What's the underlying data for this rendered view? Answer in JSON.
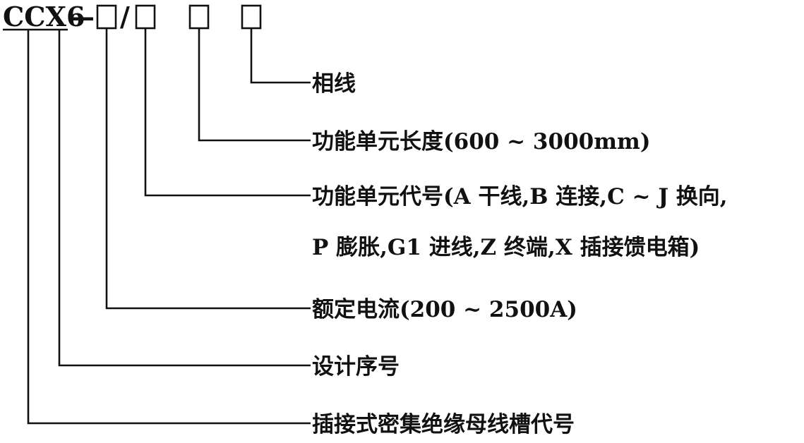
{
  "model_code": "CCX6",
  "model_dash": "—",
  "model_slash": "/",
  "labels": {
    "phase_line": "相线",
    "unit_length": "功能单元长度(600 ~ 3000mm)",
    "unit_code_line1": "功能单元代号(A 干线,B 连接,C ~ J 换向,",
    "unit_code_line2": "P 膨胀,G1 进线,Z 终端,X 插接馈电箱)",
    "rated_current": "额定电流(200 ~ 2500A)",
    "design_serial": "设计序号",
    "type_code": "插接式密集绝缘母线槽代号"
  }
}
